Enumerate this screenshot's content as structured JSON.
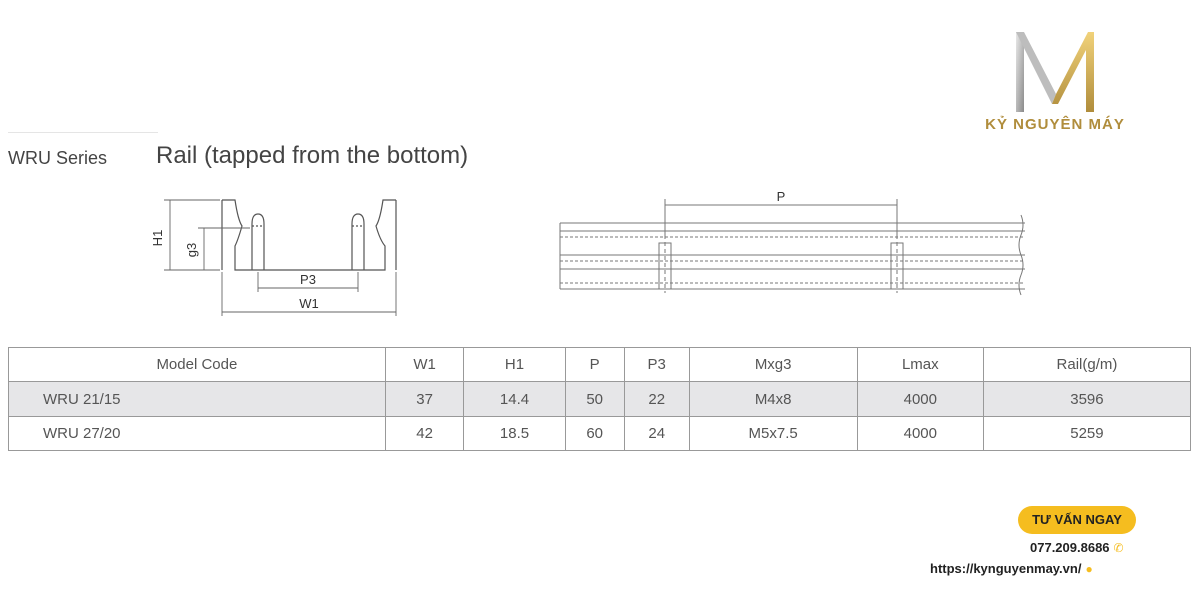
{
  "brand": {
    "name": "KỶ NGUYÊN MÁY",
    "logo_icon": "m-monogram-logo",
    "accent": "#f5bd1f"
  },
  "title": {
    "series": "WRU Series",
    "main": "Rail (tapped from the bottom)"
  },
  "diagram_labels": {
    "h1": "H1",
    "g3": "g3",
    "p3": "P3",
    "w1": "W1",
    "p": "P"
  },
  "table": {
    "headers": [
      "Model Code",
      "W1",
      "H1",
      "P",
      "P3",
      "Mxg3",
      "Lmax",
      "Rail(g/m)"
    ],
    "rows": [
      [
        "WRU 21/15",
        "37",
        "14.4",
        "50",
        "22",
        "M4x8",
        "4000",
        "3596"
      ],
      [
        "WRU 27/20",
        "42",
        "18.5",
        "60",
        "24",
        "M5x7.5",
        "4000",
        "5259"
      ]
    ]
  },
  "contact": {
    "cta": "TƯ VẤN NGAY",
    "phone": "077.209.8686",
    "phone_icon": "phone-icon",
    "url": "https://kynguyenmay.vn/",
    "url_icon": "location-pin-icon"
  }
}
